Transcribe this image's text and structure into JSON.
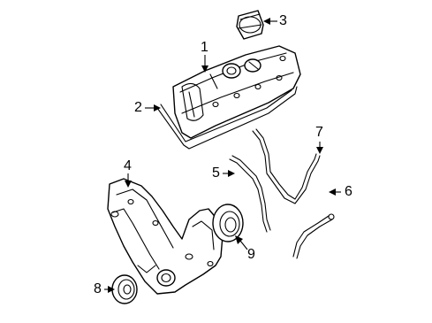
{
  "callouts": {
    "c1": "1",
    "c2": "2",
    "c3": "3",
    "c4": "4",
    "c5": "5",
    "c6": "6",
    "c7": "7",
    "c8": "8",
    "c9": "9"
  }
}
